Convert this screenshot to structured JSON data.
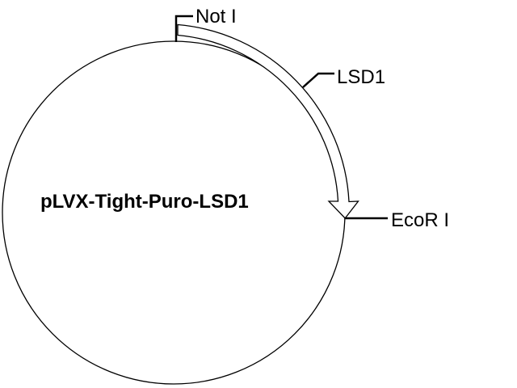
{
  "plasmid": {
    "name": "pLVX-Tight-Puro-LSD1",
    "backbone_color": "#000000",
    "background_color": "#ffffff"
  },
  "features": [
    {
      "label": "LSD1",
      "type": "insert-arrow",
      "direction": "clockwise",
      "fill_color": "#ffffff",
      "outline_color": "#000000"
    }
  ],
  "restriction_sites": [
    {
      "label": "Not I"
    },
    {
      "label": "EcoR I"
    }
  ]
}
